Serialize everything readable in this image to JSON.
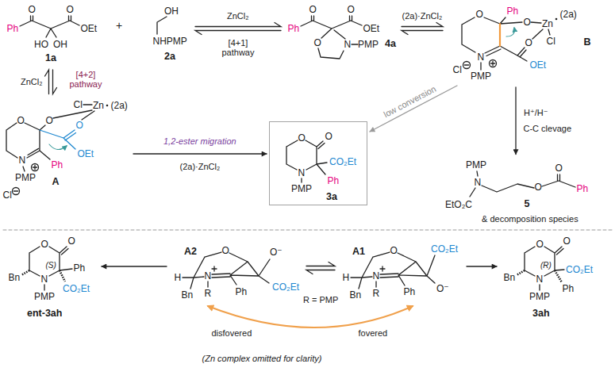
{
  "diagram": {
    "nodes": [
      {
        "text": [
          "Ph",
          "O",
          "O",
          "OEt",
          "HO",
          "OH",
          "1a"
        ]
      },
      {
        "text": [
          "OH",
          "NHPMP",
          "2a"
        ]
      },
      {
        "text": [
          "Ph",
          "O",
          "O",
          "OEt",
          "O",
          "N",
          "PMP",
          "4a"
        ]
      },
      {
        "text": [
          "O",
          "Ph",
          "O",
          "Zn",
          "(2a)",
          "Cl",
          "N",
          "Cl",
          "PMP",
          "O",
          "OEt",
          "B"
        ]
      },
      {
        "text": [
          "Cl",
          "Zn",
          "(2a)",
          "O",
          "O",
          "O",
          "OEt",
          "N",
          "Ph",
          "PMP",
          "Cl",
          "A"
        ]
      },
      {
        "text": [
          "O",
          "O",
          "CO₂Et",
          "Ph",
          "N",
          "PMP",
          "3a"
        ]
      },
      {
        "text": [
          "PMP",
          "N",
          "O",
          "O",
          "Ph",
          "EtO₂C",
          "5"
        ]
      },
      {
        "text": [
          "O",
          "O",
          "Ph",
          "(S)",
          "Bn",
          "N",
          "CO₂Et",
          "PMP",
          "ent-3ah"
        ]
      },
      {
        "text": [
          "H",
          "Bn",
          "N",
          "R",
          "O",
          "O⁻",
          "Ph",
          "CO₂Et",
          "A2"
        ]
      },
      {
        "text": [
          "H",
          "Bn",
          "N",
          "R",
          "O",
          "CO₂Et",
          "O⁻",
          "Ph",
          "A1"
        ]
      },
      {
        "text": [
          "O",
          "O",
          "CO₂Et",
          "Ph",
          "(R)",
          "Bn",
          "N",
          "PMP",
          "3ah"
        ]
      }
    ],
    "edges": [
      {
        "from": 1,
        "to": 2,
        "arrow": "both",
        "label": "ZnCl₂"
      },
      {
        "from": 2,
        "to": 3,
        "arrow": "both",
        "label": "(2a)·ZnCl₂"
      },
      {
        "from": 0,
        "to": 4,
        "arrow": "both",
        "label": "ZnCl₂"
      },
      {
        "from": 4,
        "to": 5,
        "arrow": "to",
        "label": "1,2-ester migration"
      },
      {
        "from": 3,
        "to": 5,
        "arrow": "to",
        "label": "low conversion"
      },
      {
        "from": 3,
        "to": 6,
        "arrow": "to",
        "label": "H⁺/H⁻"
      },
      {
        "from": 8,
        "to": 7,
        "arrow": "to"
      },
      {
        "from": 8,
        "to": 9,
        "arrow": "both"
      },
      {
        "from": 9,
        "to": 10,
        "arrow": "to"
      }
    ],
    "labels": [
      "+",
      "[4+1] pathway",
      "[4+2] pathway",
      "(2a)·ZnCl₂",
      "C-C clevage",
      "& decomposition species",
      "R = PMP",
      "disfovered",
      "fovered",
      "(Zn complex omitted for clarity)"
    ]
  }
}
